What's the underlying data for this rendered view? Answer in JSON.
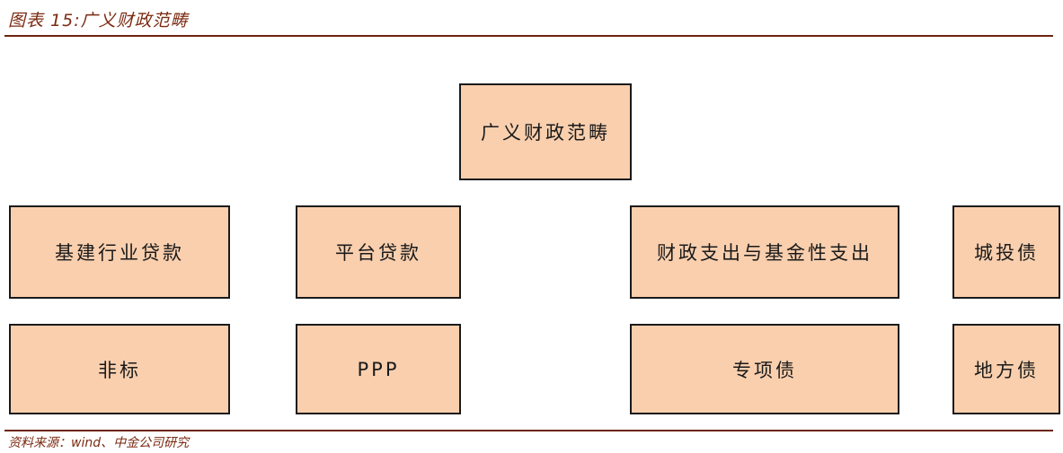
{
  "figure": {
    "title": "图表 15:广义财政范畴",
    "source": "资料来源：wind、中金公司研究"
  },
  "diagram": {
    "root": "广义财政范畴",
    "row1": [
      "基建行业贷款",
      "平台贷款",
      "财政支出与基金性支出",
      "城投债"
    ],
    "row2": [
      "非标",
      "PPP",
      "专项债",
      "地方债"
    ]
  },
  "colors": {
    "box_fill": "#f9cfae",
    "box_border": "#1a1a1a",
    "title_color": "#7b2a12",
    "rule_color": "#6e2410"
  }
}
